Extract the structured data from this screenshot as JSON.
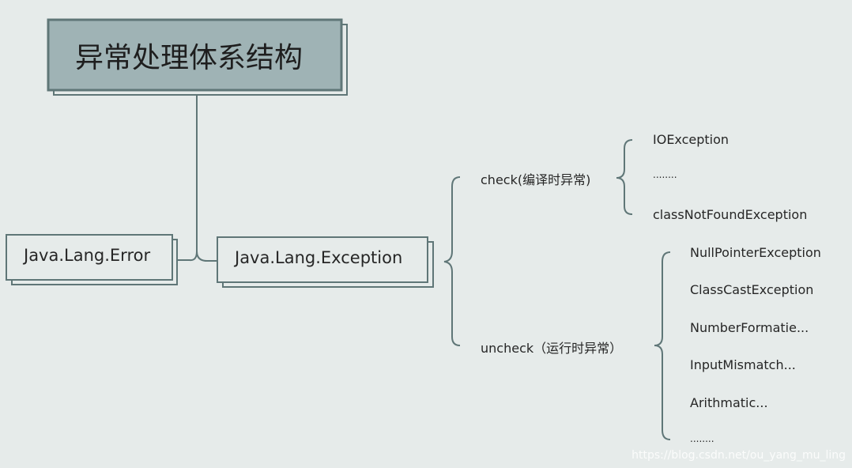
{
  "diagram": {
    "root": {
      "label": "异常处理体系结构"
    },
    "error": {
      "label": "Java.Lang.Error"
    },
    "exception": {
      "label": "Java.Lang.Exception"
    },
    "check": {
      "label": "check(编译时异常)",
      "children": [
        "IOException",
        "........",
        "classNotFoundException"
      ]
    },
    "uncheck": {
      "label": "uncheck（运行时异常）",
      "children": [
        "NullPointerException",
        "ClassCastException",
        "NumberFormatie...",
        "InputMismatch...",
        "Arithmatic...",
        "........"
      ]
    }
  },
  "watermark": "https://blog.csdn.net/ou_yang_mu_ling",
  "colors": {
    "background": "#e6ebea",
    "line": "#5f7677",
    "root_fill": "#9fb3b5"
  }
}
